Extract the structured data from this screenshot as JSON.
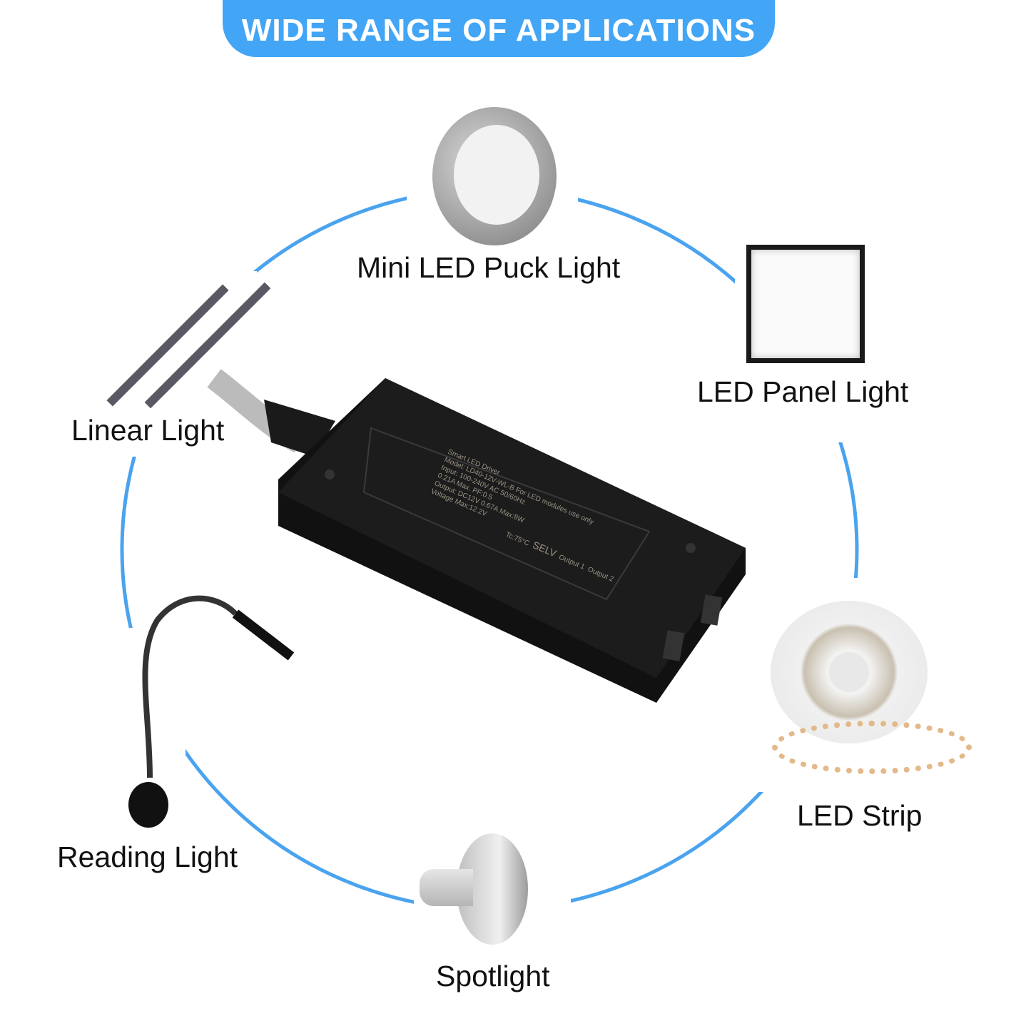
{
  "header": {
    "title": "WIDE RANGE OF APPLICATIONS"
  },
  "applications": [
    {
      "label": "Mini LED Puck Light"
    },
    {
      "label": "LED Panel Light"
    },
    {
      "label": "Linear Light"
    },
    {
      "label": "Reading Light"
    },
    {
      "label": "LED Strip"
    },
    {
      "label": "Spotlight"
    }
  ],
  "driver": {
    "lines": [
      "Smart LED Driver",
      "Model: LD40-12V-WL-B  For LED modules use only",
      "Input: 100-240V AC 50/60Hz",
      "0.21A Max.  PF:0.5",
      "Output: DC12V 0.67A Max:8W",
      "Voltage Max:12.2V"
    ],
    "tc": "Tc:75°C",
    "selv": "SELV",
    "output1": "Output 1",
    "output2": "Output 2"
  },
  "colors": {
    "accent": "#42a5f5",
    "ring": "#4aa3ee"
  }
}
